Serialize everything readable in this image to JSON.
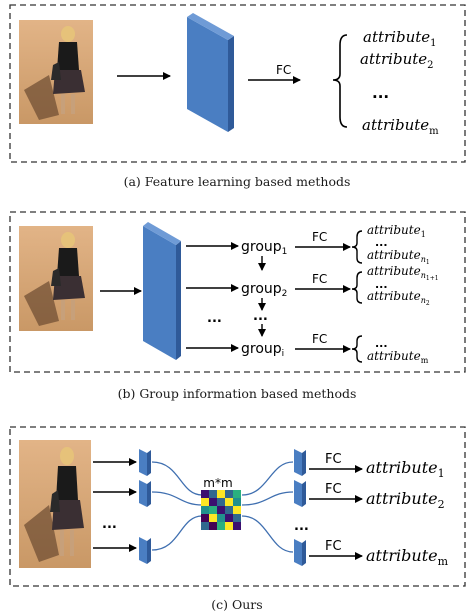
{
  "panel_a": {
    "caption": "(a)  Feature learning based methods",
    "fc": "FC",
    "attributes": {
      "a1": {
        "base": "attribute",
        "sub": "1"
      },
      "a2": {
        "base": "attribute",
        "sub": "2"
      },
      "dots": "...",
      "am": {
        "base": "attribute",
        "sub": "m"
      }
    }
  },
  "panel_b": {
    "caption": "(b)  Group information based methods",
    "groups": {
      "g1": {
        "base": "group",
        "sub": "1"
      },
      "g2": {
        "base": "group",
        "sub": "2"
      },
      "gi": {
        "base": "group",
        "sub": "i"
      }
    },
    "fc": "FC",
    "dots": "...",
    "attributes": {
      "a1": {
        "base": "attribute",
        "sub": "1"
      },
      "an1": {
        "base": "attribute",
        "sub": "n",
        "subsub": "1"
      },
      "an1p1": {
        "base": "attribute",
        "sub": "n",
        "subsub": "1+1"
      },
      "an2": {
        "base": "attribute",
        "sub": "n",
        "subsub": "2"
      },
      "am": {
        "base": "attribute",
        "sub": "m"
      }
    }
  },
  "panel_c": {
    "caption": "(c)  Ours",
    "matrix_label": "m*m",
    "fc": "FC",
    "dots": "...",
    "attributes": {
      "a1": {
        "base": "attribute",
        "sub": "1"
      },
      "a2": {
        "base": "attribute",
        "sub": "2"
      },
      "am": {
        "base": "attribute",
        "sub": "m"
      }
    }
  },
  "colors": {
    "feature_map": "#4a7ec2",
    "feature_map_side": "#2f5a99",
    "connector": "#3f6fb0",
    "border": "#333333"
  }
}
